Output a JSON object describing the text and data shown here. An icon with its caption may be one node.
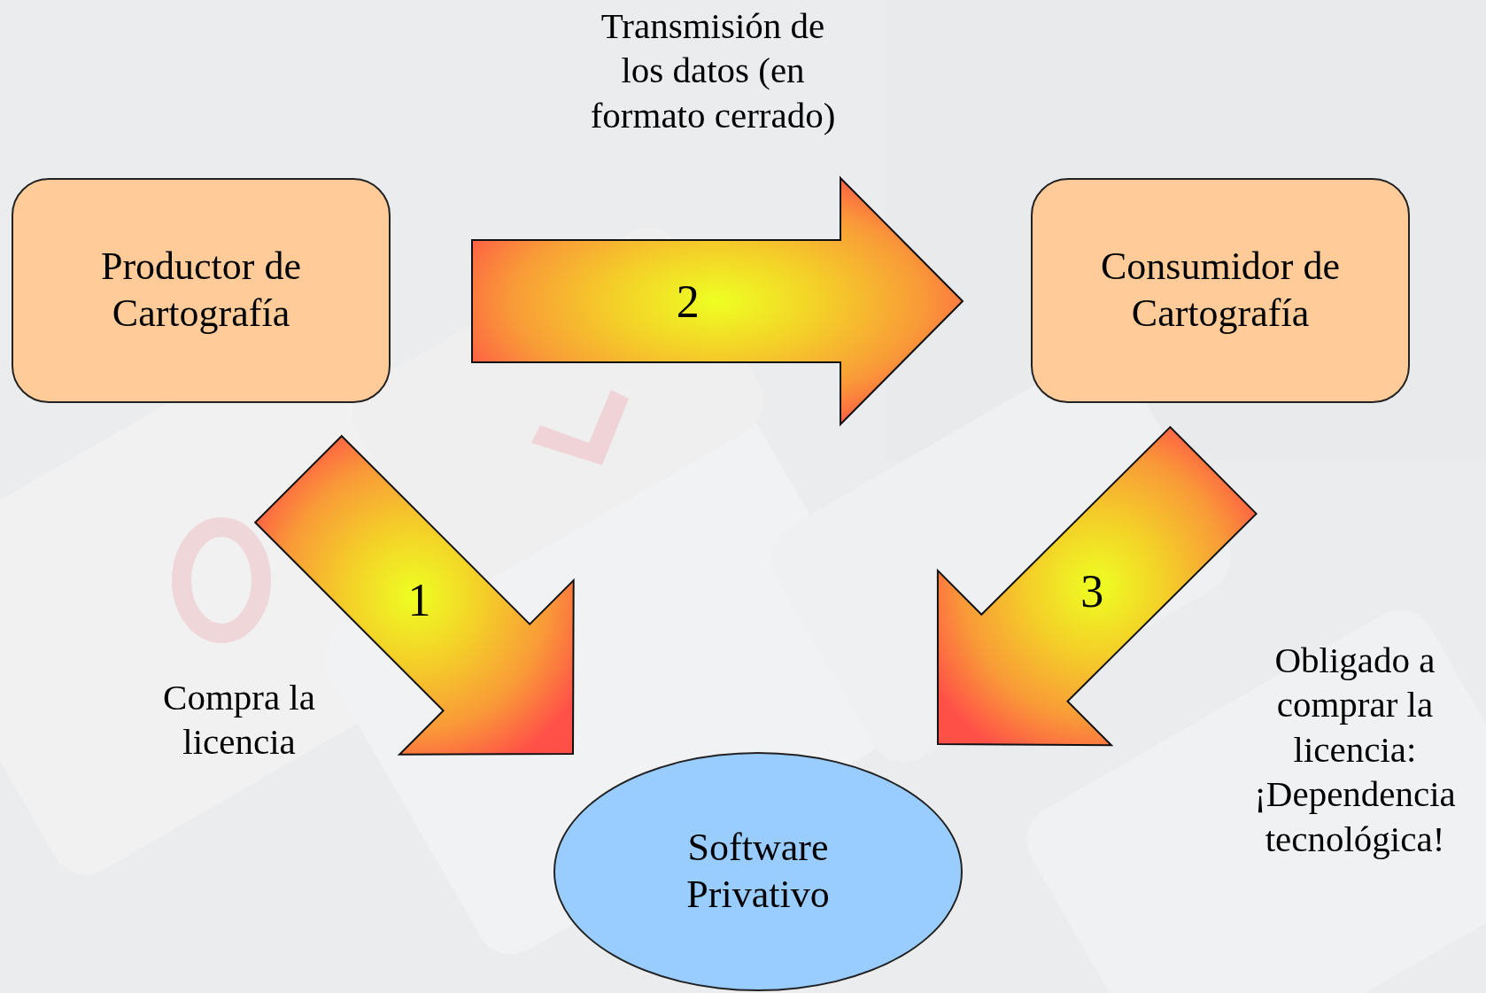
{
  "diagram": {
    "nodes": [
      {
        "text": [
          "Productor de Cartografía"
        ]
      },
      {
        "text": [
          "Consumidor de Cartografía"
        ]
      },
      {
        "text": [
          "Software Privativo"
        ]
      }
    ],
    "edges": [
      {
        "from": 0,
        "to": 2,
        "arrow": "to",
        "label": "1"
      },
      {
        "from": 0,
        "to": 1,
        "arrow": "to",
        "label": "2"
      },
      {
        "from": 1,
        "to": 2,
        "arrow": "to",
        "label": "3"
      }
    ],
    "labels": [
      "Transmisión de los datos (en formato cerrado)",
      "Compra la licencia",
      "Obligado a comprar la licencia: ¡Dependencia tecnológica!"
    ]
  }
}
